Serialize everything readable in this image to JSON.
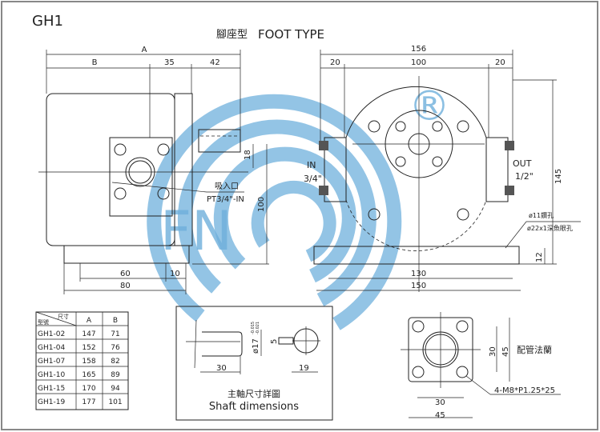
{
  "header": {
    "model": "GH1",
    "title_cn": "腳座型",
    "title_en": "FOOT TYPE"
  },
  "logo": {
    "letters": "FN",
    "registered": "®",
    "color": "#6fb0dc"
  },
  "side_view": {
    "dims": {
      "A": "A",
      "B": "B",
      "d35": "35",
      "d42": "42",
      "d18": "18",
      "d100": "100",
      "d60": "60",
      "d10": "10",
      "d80": "80"
    },
    "inlet_label_cn": "吸入口",
    "inlet_label": "PT3/4\"-IN"
  },
  "front_view": {
    "dims": {
      "d156": "156",
      "d20a": "20",
      "d100": "100",
      "d20b": "20",
      "d130": "130",
      "d150": "150",
      "d145": "145",
      "d12": "12"
    },
    "in_label": "IN",
    "in_size": "3/4\"",
    "out_label": "OUT",
    "out_size": "1/2\"",
    "hole1": "ø11鑽孔",
    "hole2": "ø22x1深魚眼孔"
  },
  "table": {
    "corner_top": "尺寸",
    "corner_bottom": "型號",
    "headers": [
      "A",
      "B"
    ],
    "rows": [
      [
        "GH1-02",
        "147",
        "71"
      ],
      [
        "GH1-04",
        "152",
        "76"
      ],
      [
        "GH1-07",
        "158",
        "82"
      ],
      [
        "GH1-10",
        "165",
        "89"
      ],
      [
        "GH1-15",
        "170",
        "94"
      ],
      [
        "GH1-19",
        "177",
        "101"
      ]
    ]
  },
  "shaft": {
    "tol_top": "-0.015",
    "tol_bottom": "-0.021",
    "dia": "ø17",
    "key": "5",
    "len": "30",
    "height": "19",
    "caption_cn": "主軸尺寸詳圖",
    "caption_en": "Shaft dimensions"
  },
  "flange": {
    "d30v": "30",
    "d45v": "45",
    "d30h": "30",
    "d45h": "45",
    "label_cn": "配管法蘭",
    "bolt": "4-M8*P1.25*25"
  }
}
